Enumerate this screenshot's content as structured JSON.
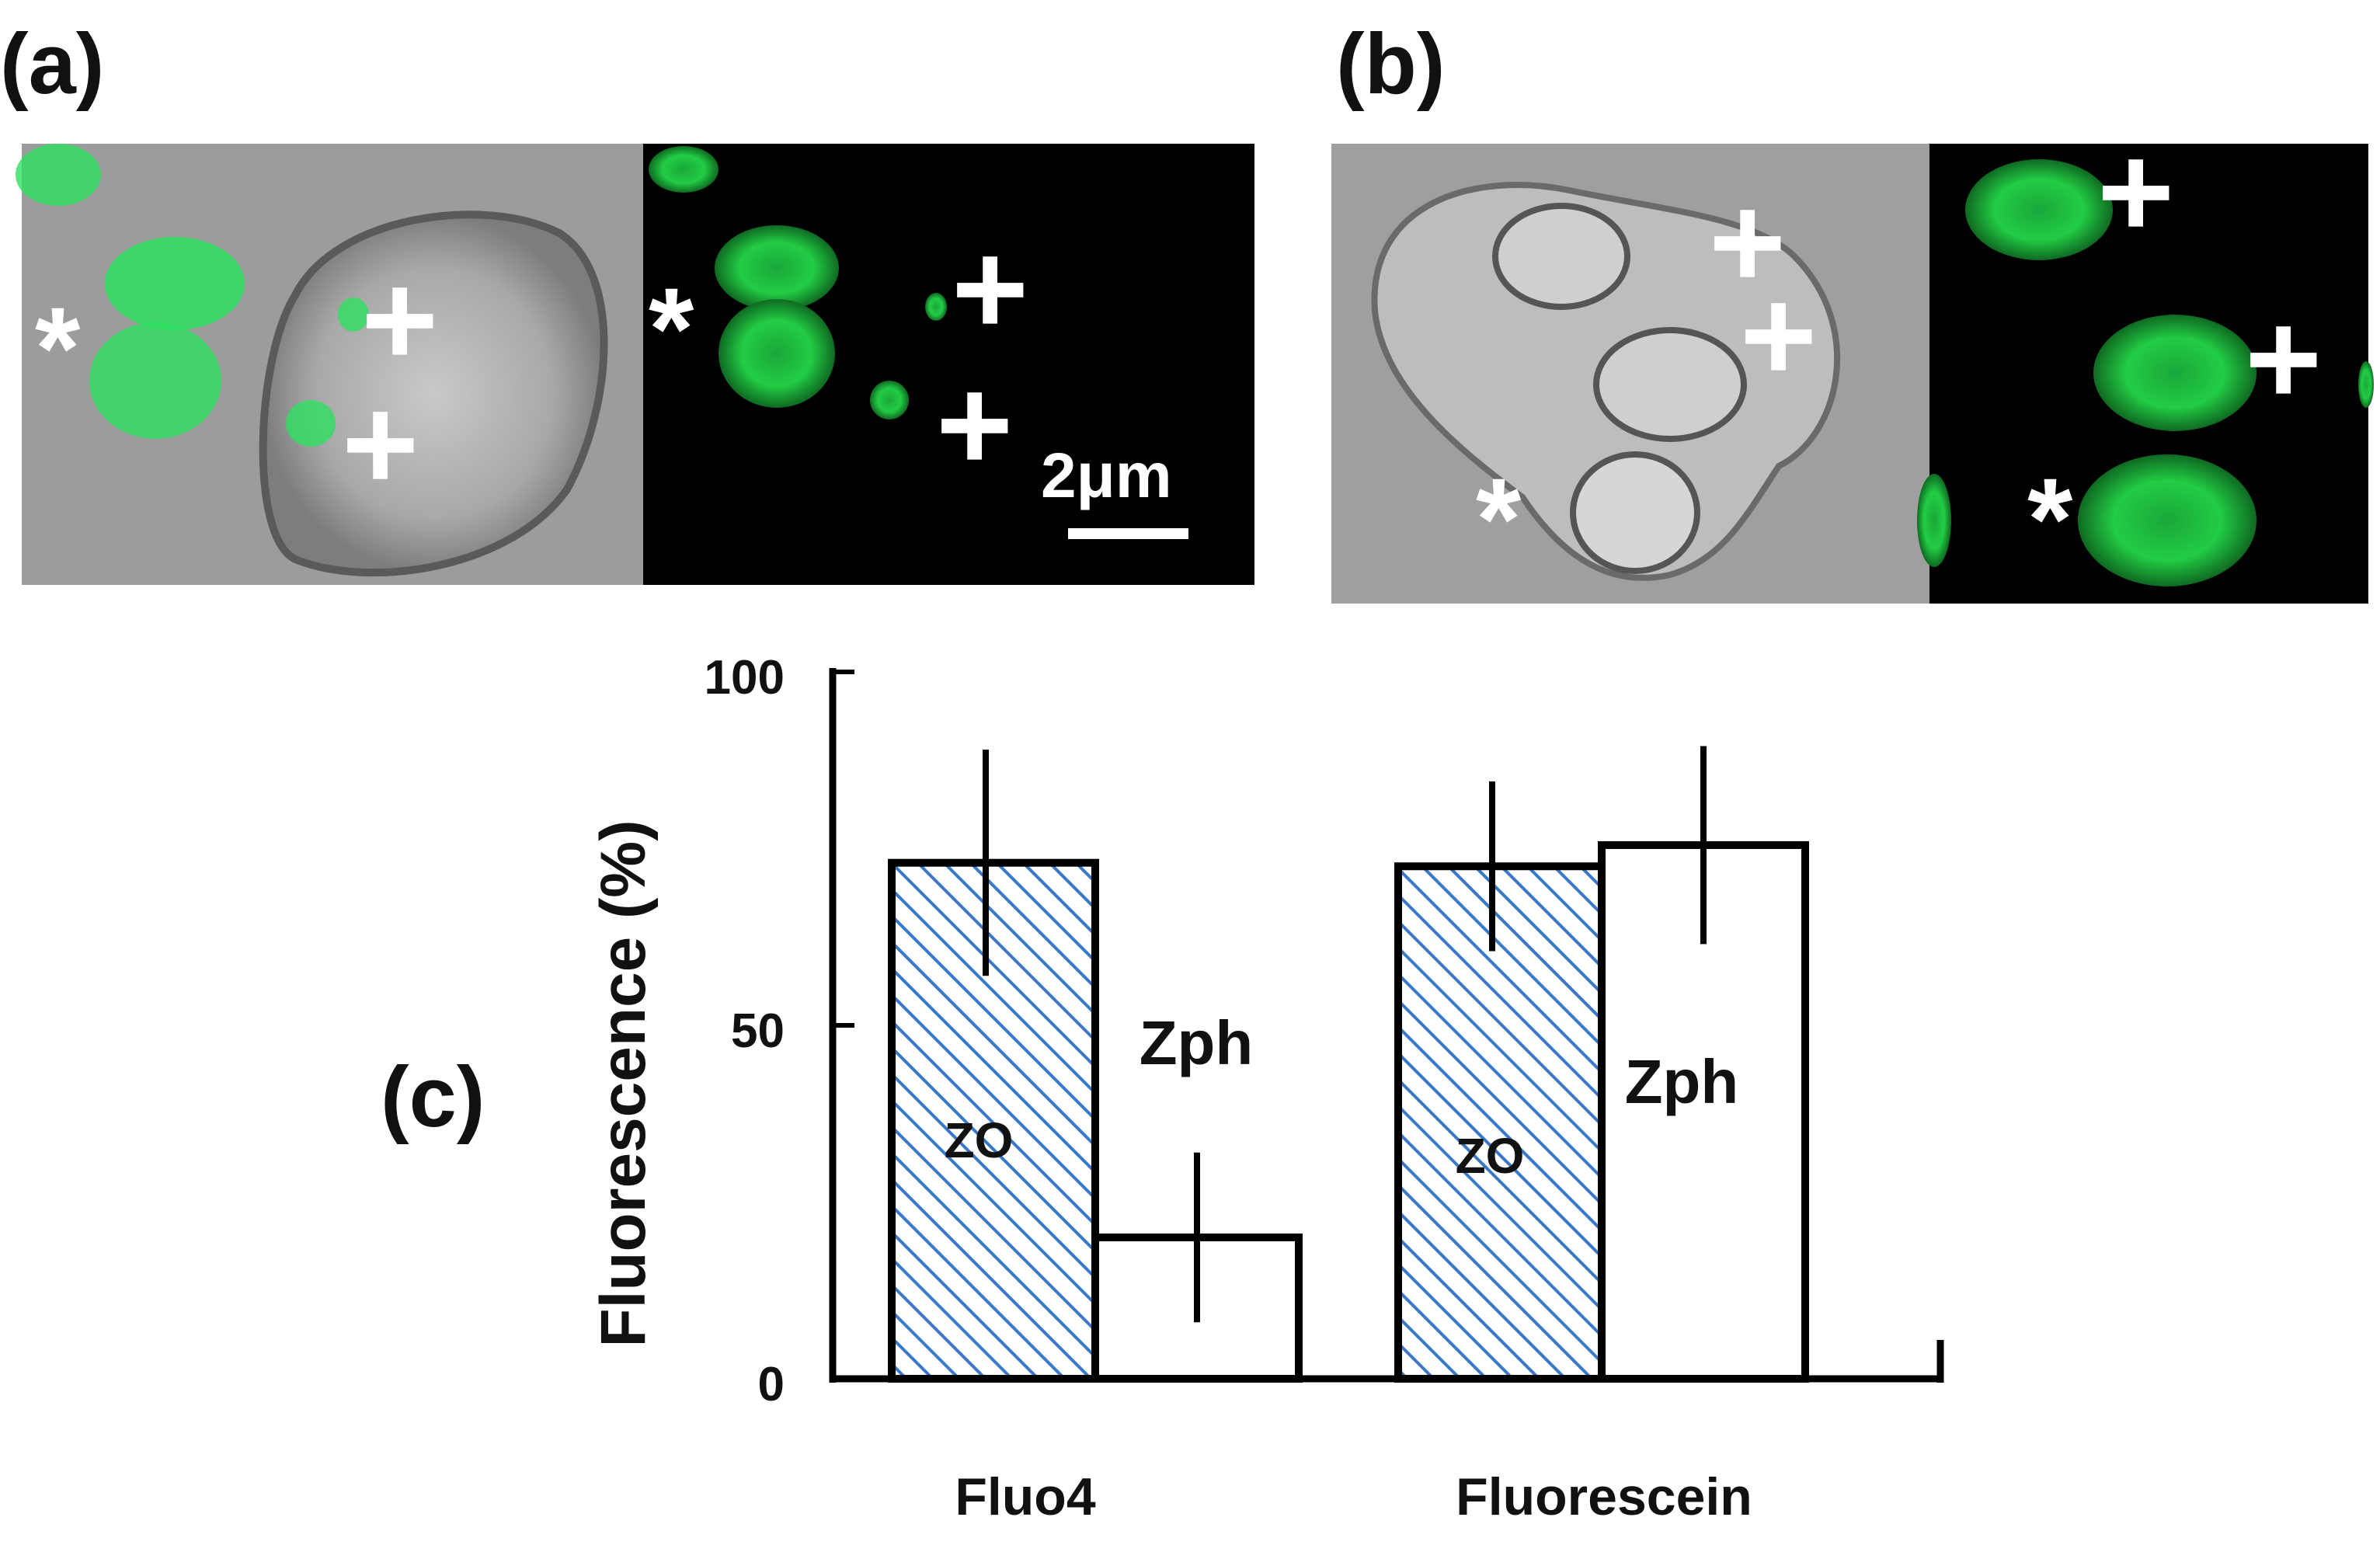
{
  "panels": {
    "a": {
      "label": "(a)",
      "left_markers": [
        "*",
        "+",
        "+"
      ],
      "right_markers": [
        "*",
        "+",
        "+"
      ],
      "scale_bar_label": "2μm"
    },
    "b": {
      "label": "(b)",
      "left_markers": [
        "+",
        "+",
        "*"
      ],
      "right_markers": [
        "+",
        "+",
        "*"
      ]
    },
    "c": {
      "label": "(c)"
    }
  },
  "colors": {
    "micrograph_gray": "#9a9a9a",
    "fluorescence_green": "#22cc44",
    "fluorescence_background": "#000000",
    "hatch_blue": "#3a78c8",
    "bar_edge": "#000000",
    "marker_white": "#ffffff"
  },
  "chart_data": {
    "type": "bar",
    "title": "",
    "xlabel": "",
    "ylabel": "Fluorescence (%)",
    "ylim": [
      0,
      100
    ],
    "yticks": [
      "0",
      "50",
      "100"
    ],
    "categories": [
      "Fluo4",
      "Fluorescein"
    ],
    "series": [
      {
        "name": "ZO",
        "values": [
          73,
          72.5
        ],
        "errors": [
          16,
          12
        ],
        "fill": "hatched-blue"
      },
      {
        "name": "Zph",
        "values": [
          20,
          75.5
        ],
        "errors": [
          12,
          14
        ],
        "fill": "white"
      }
    ],
    "grid": false,
    "legend": "labels inside bars"
  }
}
